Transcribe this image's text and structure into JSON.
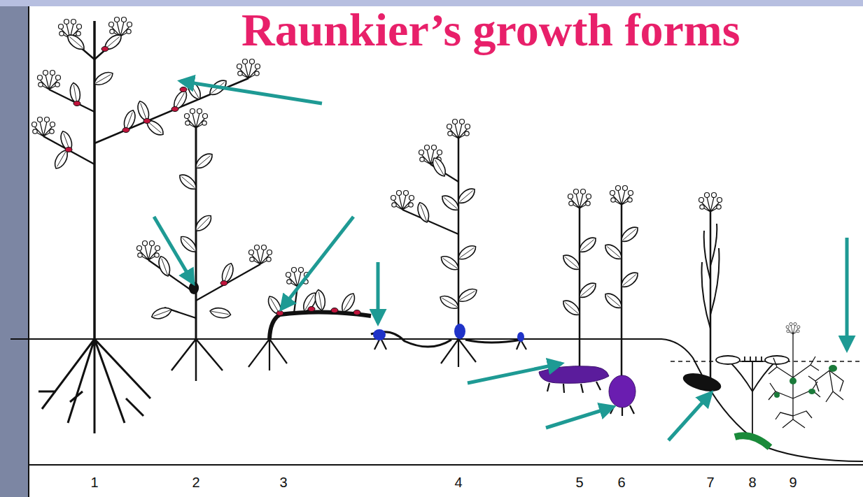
{
  "diagram": {
    "title": "Raunkier’s growth forms",
    "labels": [
      "1",
      "2",
      "3",
      "4",
      "5",
      "6",
      "7",
      "8",
      "9"
    ]
  }
}
